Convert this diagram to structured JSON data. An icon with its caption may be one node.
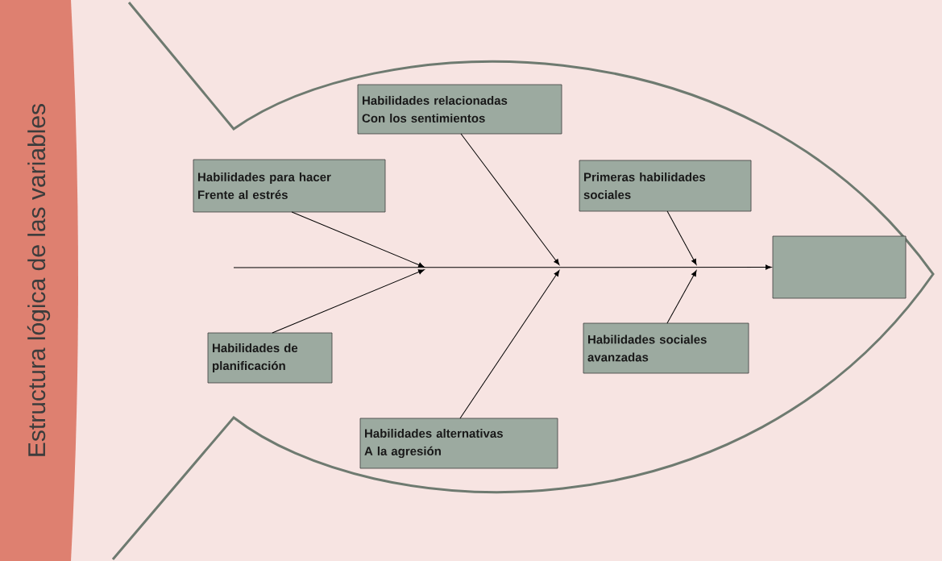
{
  "diagram": {
    "nodes": [
      {
        "text": [
          "Habilidades relacionadas Con los sentimientos"
        ]
      },
      {
        "text": [
          "Habilidades para hacer Frente al estrés"
        ]
      },
      {
        "text": [
          "Primeras habilidades sociales"
        ]
      },
      {
        "text": [],
        "shape": "box"
      },
      {
        "text": [
          "Habilidades sociales avanzadas"
        ]
      },
      {
        "text": [
          "Habilidades de planificación"
        ]
      },
      {
        "text": [
          "Habilidades alternativas A la agresión"
        ]
      }
    ],
    "edges": [
      {
        "from": 1,
        "to": null,
        "arrow": "to"
      },
      {
        "from": 5,
        "to": null,
        "arrow": "to"
      },
      {
        "from": 0,
        "to": null,
        "arrow": "to"
      },
      {
        "from": 6,
        "to": null,
        "arrow": "to"
      },
      {
        "from": 2,
        "to": null,
        "arrow": "to"
      },
      {
        "from": 4,
        "to": null,
        "arrow": "to"
      },
      {
        "from": null,
        "to": 3,
        "arrow": "to"
      }
    ],
    "labels": [
      "Estructura lógica de las variables"
    ]
  }
}
